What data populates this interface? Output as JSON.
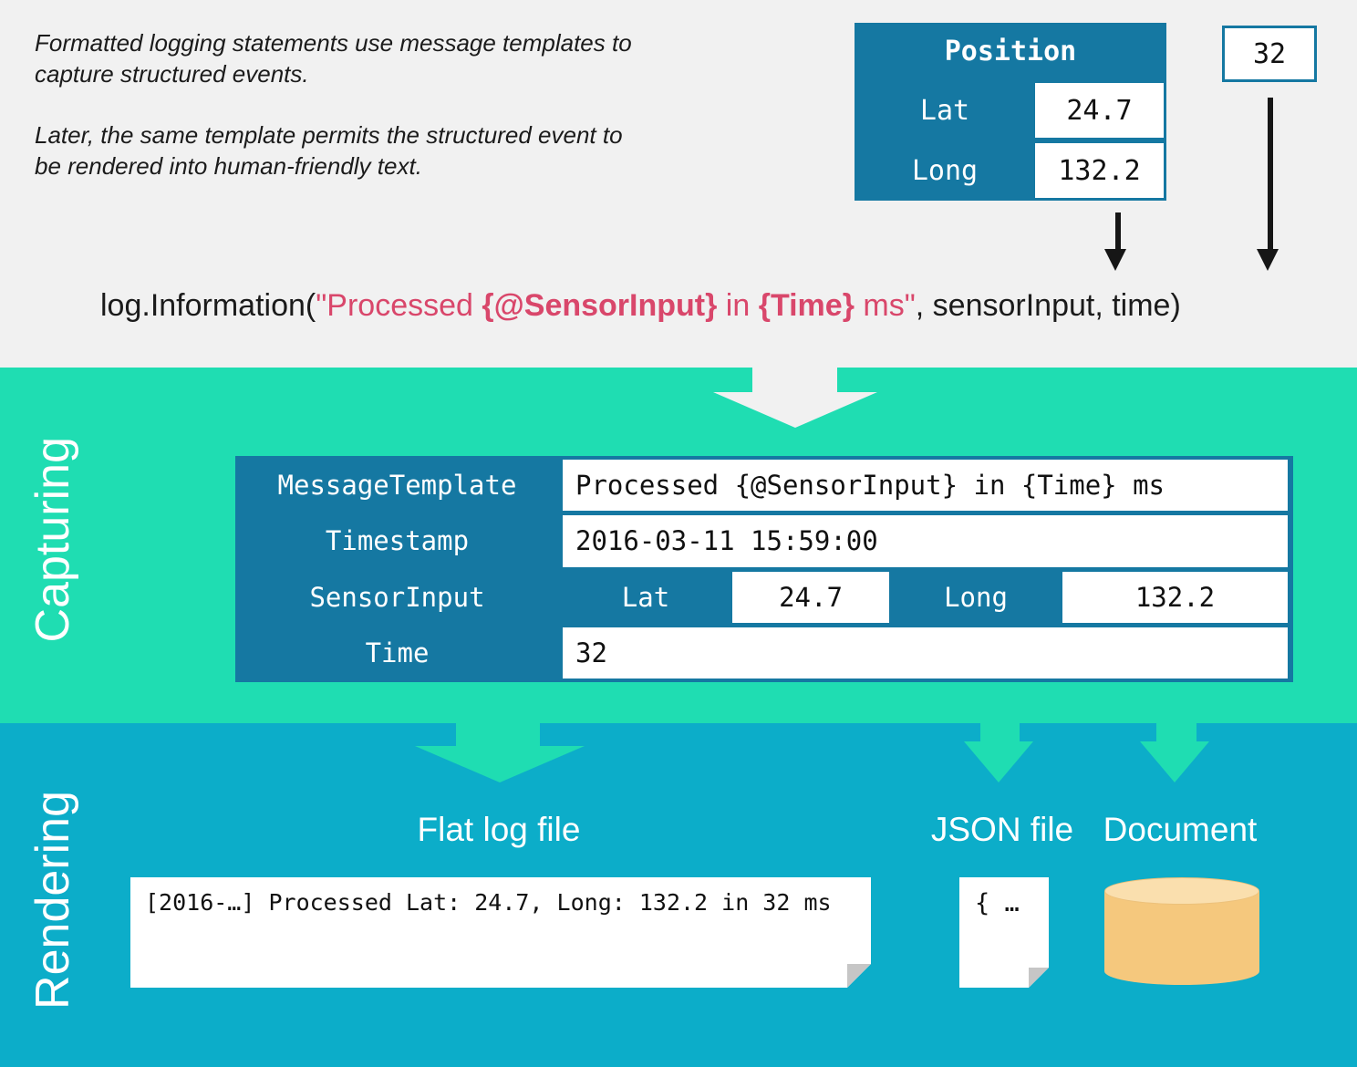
{
  "colors": {
    "top_bg": "#f1f1f1",
    "capturing_bg": "#1fddb2",
    "rendering_bg": "#0cadc9",
    "table_teal": "#1578a2",
    "code_pink": "#d9476b",
    "cylinder_body": "#f5c87d",
    "cylinder_top": "#fadfae"
  },
  "intro": {
    "p1_line1": "Formatted logging statements use message templates to",
    "p1_line2": "capture structured events.",
    "p2_line1": "Later, the same template permits the structured event to",
    "p2_line2": "be rendered into human-friendly text."
  },
  "position_table": {
    "title": "Position",
    "rows": [
      {
        "label": "Lat",
        "value": "24.7"
      },
      {
        "label": "Long",
        "value": "132.2"
      }
    ]
  },
  "time_box": {
    "value": "32"
  },
  "code": {
    "prefix": "log.Information(",
    "string_open": "\"Processed ",
    "hole1": "{@SensorInput}",
    "string_mid": " in ",
    "hole2": "{Time}",
    "string_close": " ms\"",
    "suffix": ", sensorInput, time)"
  },
  "sections": {
    "capturing_label": "Capturing",
    "rendering_label": "Rendering"
  },
  "event_table": {
    "rows": [
      {
        "label": "MessageTemplate",
        "value": "Processed {@SensorInput} in {Time} ms"
      },
      {
        "label": "Timestamp",
        "value": "2016-03-11 15:59:00"
      },
      {
        "label": "SensorInput",
        "sub": [
          {
            "label": "Lat",
            "value": "24.7"
          },
          {
            "label": "Long",
            "value": "132.2"
          }
        ]
      },
      {
        "label": "Time",
        "value": "32"
      }
    ]
  },
  "outputs": {
    "flat_log": {
      "label": "Flat log file",
      "content": "[2016-…] Processed Lat: 24.7, Long: 132.2 in 32 ms"
    },
    "json_file": {
      "label": "JSON file",
      "content": "{ …"
    },
    "document": {
      "label": "Document"
    }
  }
}
